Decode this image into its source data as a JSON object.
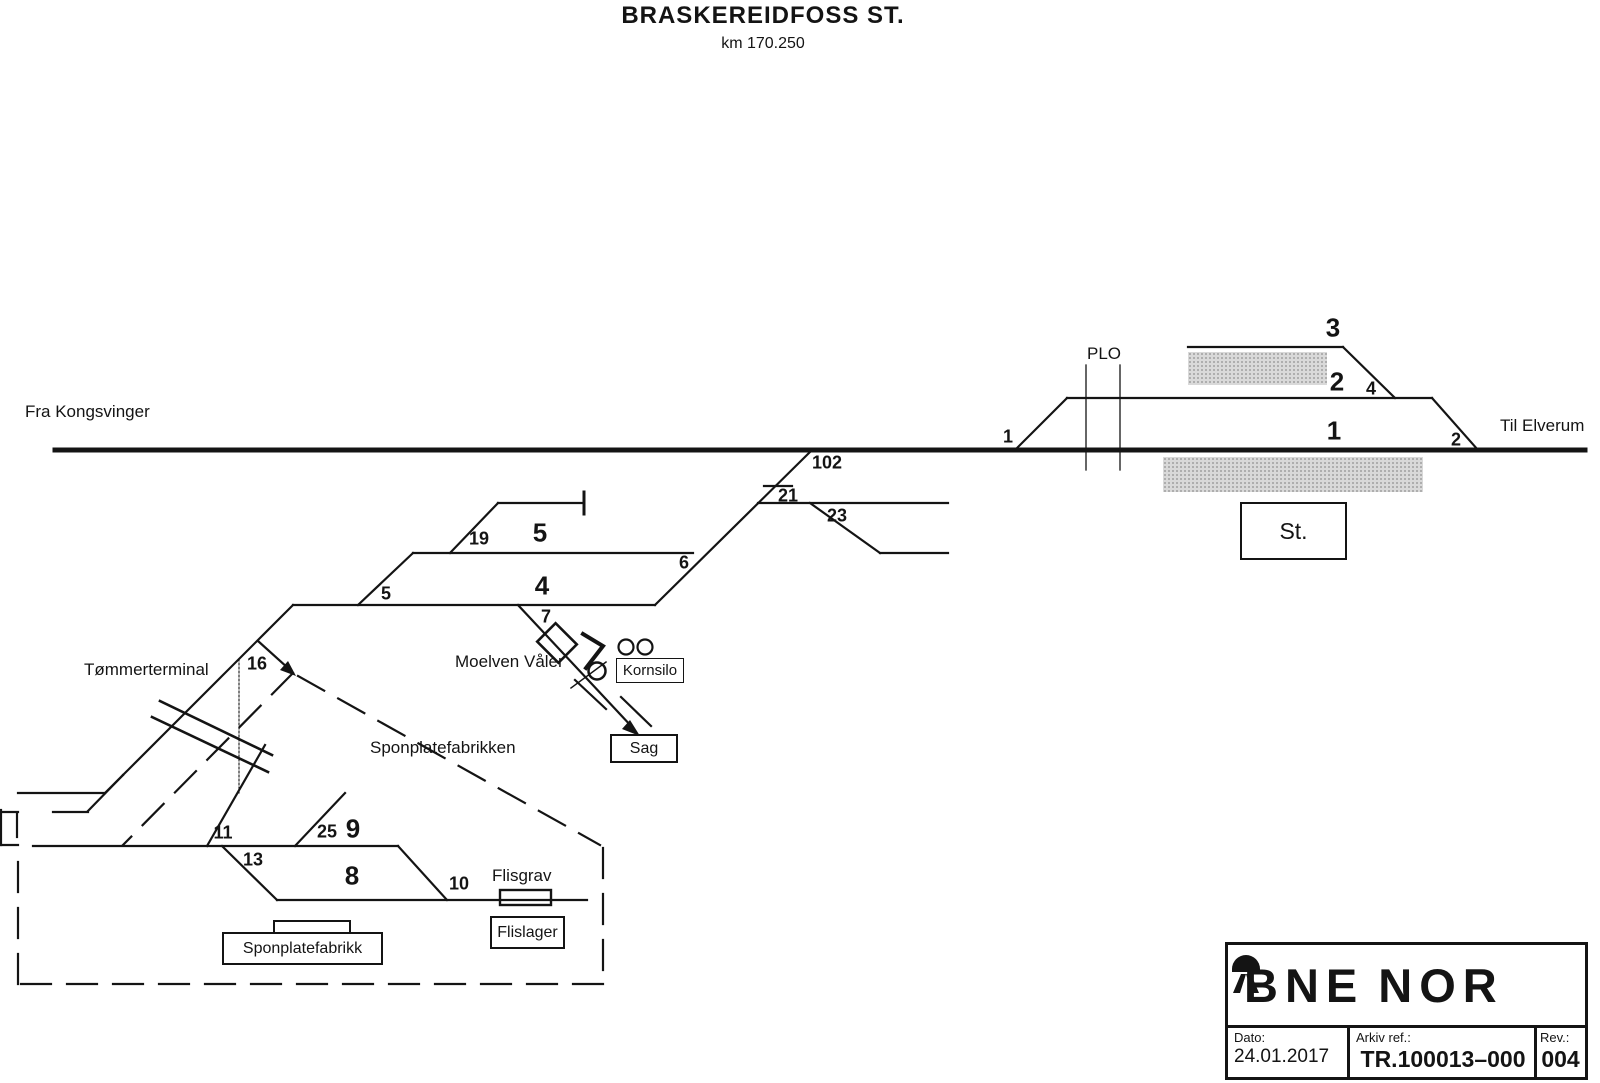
{
  "title": {
    "station": "BRASKEREIDFOSS ST.",
    "km": "km 170.250"
  },
  "directions": {
    "left": "Fra Kongsvinger",
    "right": "Til Elverum"
  },
  "labels": {
    "plo": "PLO",
    "station_box": "St."
  },
  "tracks": {
    "1": "1",
    "2": "2",
    "3": "3",
    "4": "4",
    "5": "5",
    "8": "8",
    "9": "9"
  },
  "switches": {
    "1": "1",
    "2": "2",
    "4": "4",
    "5": "5",
    "6": "6",
    "7": "7",
    "10": "10",
    "11": "11",
    "13": "13",
    "16": "16",
    "19": "19",
    "21": "21",
    "23": "23",
    "25": "25",
    "102": "102"
  },
  "facilities": {
    "tommerterminal": "Tømmerterminal",
    "moelven": "Moelven Våler",
    "kornsilo": "Kornsilo",
    "sag": "Sag",
    "sponplatefabrikken": "Sponplatefabrikken",
    "flisgrav": "Flisgrav",
    "flislager": "Flislager",
    "sponplatefabrikk": "Sponplatefabrikk"
  },
  "title_block": {
    "brand_b": "B",
    "brand_ne": "NE",
    "brand_nor": "NOR",
    "dato_label": "Dato:",
    "dato_value": "24.01.2017",
    "arkiv_label": "Arkiv ref.:",
    "arkiv_value": "TR.100013–000",
    "rev_label": "Rev.:",
    "rev_value": "004"
  },
  "colors": {
    "ink": "#141414",
    "platform": "#c9c9c9"
  }
}
